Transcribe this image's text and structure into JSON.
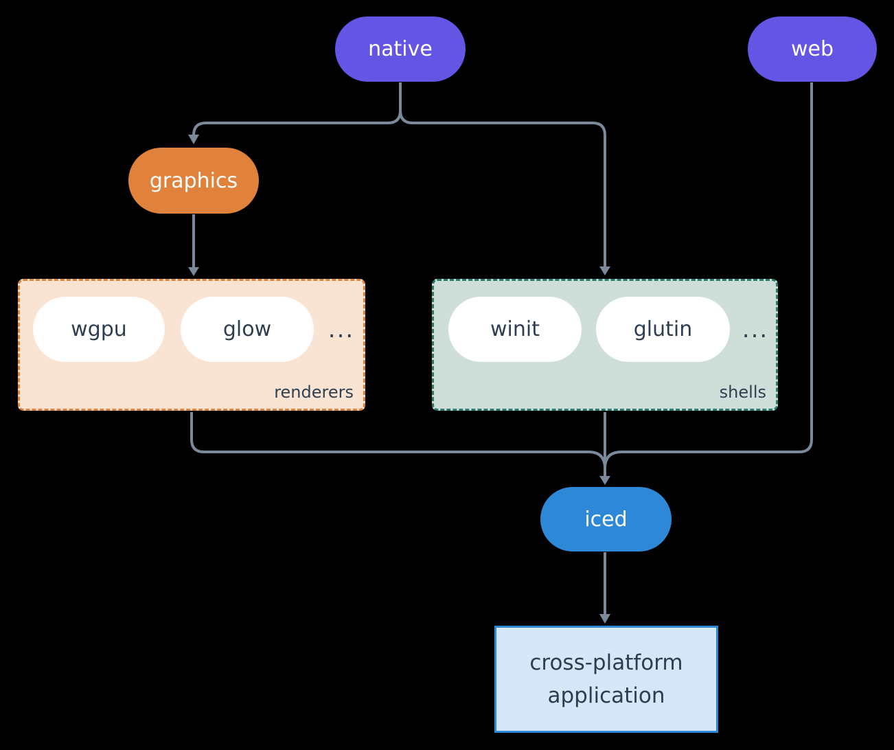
{
  "nodes": {
    "native": "native",
    "web": "web",
    "graphics": "graphics",
    "iced": "iced"
  },
  "groups": {
    "renderers": {
      "label": "renderers",
      "items": [
        "wgpu",
        "glow"
      ],
      "more": "..."
    },
    "shells": {
      "label": "shells",
      "items": [
        "winit",
        "glutin"
      ],
      "more": "..."
    }
  },
  "application": {
    "line1": "cross-platform",
    "line2": "application"
  },
  "colors": {
    "background": "#000000",
    "purple_pill": "#6455E4",
    "orange_pill": "#E0823C",
    "blue_pill": "#2D89D8",
    "white_pill": "#FFFFFF",
    "renderers_bg": "#F9E4D3",
    "renderers_border": "#E0823C",
    "shells_bg": "#CEDFD9",
    "shells_border": "#2A7A6E",
    "application_bg": "#D6E7F8",
    "application_border": "#2D89D8",
    "connector": "#7B8A9A",
    "dark_text": "#2E3E50"
  }
}
